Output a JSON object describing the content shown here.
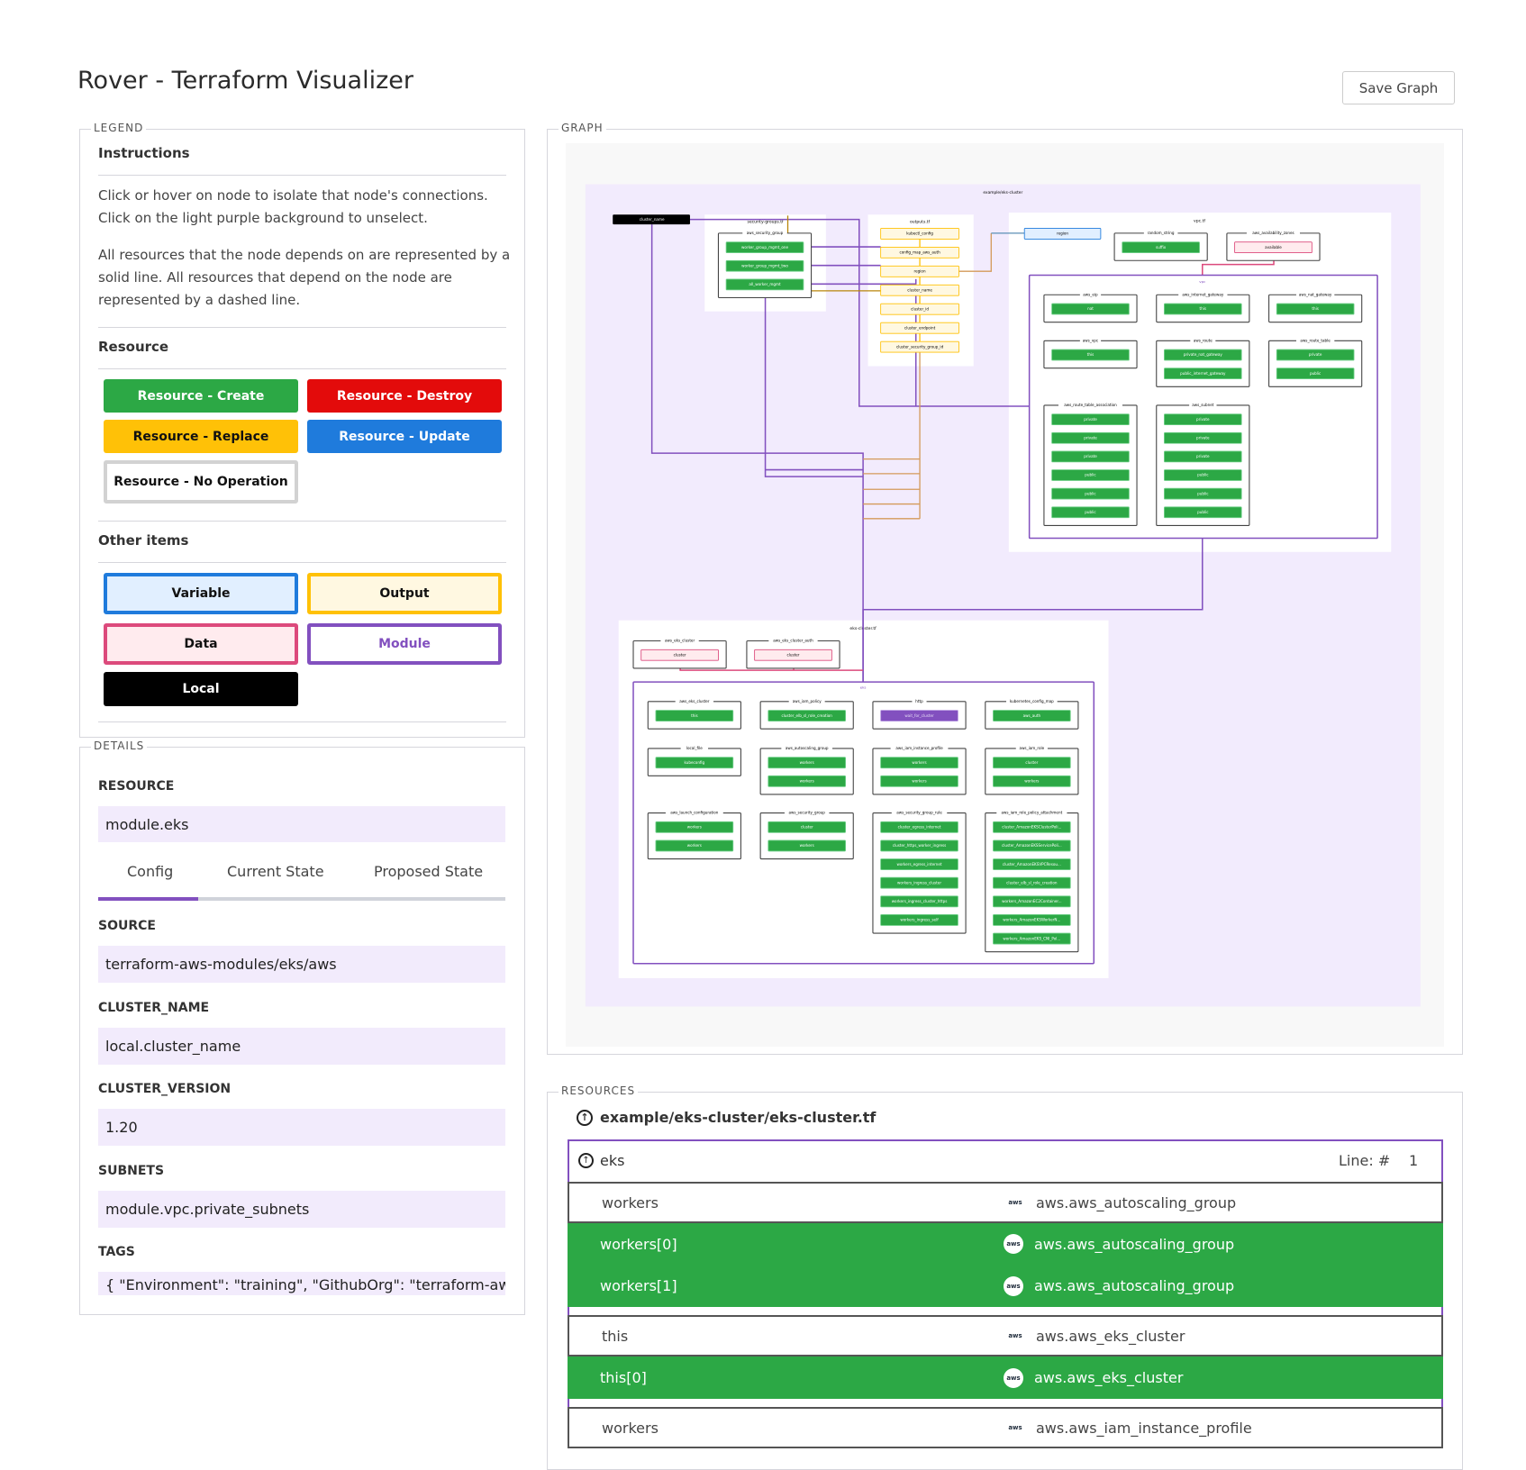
{
  "app": {
    "title": "Rover - Terraform Visualizer",
    "save_label": "Save Graph"
  },
  "colors": {
    "create": "#2ca845",
    "destroy": "#e30b0b",
    "replace": "#ffc107",
    "update": "#1f7bdc",
    "module": "#8250bf",
    "data": "#dc4a7c",
    "variable": "#1f7bdc",
    "output": "#ffc107",
    "local": "#000000",
    "select_bg": "#f2ebfc"
  },
  "legend": {
    "label": "LEGEND",
    "instructions_heading": "Instructions",
    "instructions_1": "Click or hover on node to isolate that node's connections. Click on the light purple background to unselect.",
    "instructions_2": "All resources that the node depends on are represented by a solid line. All resources that depend on the node are represented by a dashed line.",
    "resource_heading": "Resource",
    "resource_items": [
      "Resource - Create",
      "Resource - Destroy",
      "Resource - Replace",
      "Resource - Update",
      "Resource - No Operation"
    ],
    "other_heading": "Other items",
    "other_items": [
      "Variable",
      "Output",
      "Data",
      "Module",
      "Local"
    ]
  },
  "details": {
    "label": "DETAILS",
    "resource_label": "RESOURCE",
    "resource_value": "module.eks",
    "tabs": [
      "Config",
      "Current State",
      "Proposed State"
    ],
    "active_tab": "Config",
    "fields": [
      {
        "label": "SOURCE",
        "value": "terraform-aws-modules/eks/aws"
      },
      {
        "label": "CLUSTER_NAME",
        "value": "local.cluster_name"
      },
      {
        "label": "CLUSTER_VERSION",
        "value": "1.20"
      },
      {
        "label": "SUBNETS",
        "value": "module.vpc.private_subnets"
      },
      {
        "label": "TAGS",
        "value": "{ \"Environment\": \"training\", \"GithubOrg\": \"terraform-aws-"
      }
    ]
  },
  "graph": {
    "label": "GRAPH",
    "root": "example/eks-cluster",
    "local": "cluster_name",
    "security_groups": {
      "file": "security-groups.tf",
      "groups": [
        {
          "type": "aws_security_group",
          "kind": "create",
          "nodes": [
            "worker_group_mgmt_one",
            "worker_group_mgmt_two",
            "all_worker_mgmt"
          ]
        }
      ]
    },
    "outputs": {
      "file": "outputs.tf",
      "nodes": [
        "kubectl_config",
        "config_map_aws_auth",
        "region",
        "cluster_name",
        "cluster_id",
        "cluster_endpoint",
        "cluster_security_group_id"
      ]
    },
    "vpc_file": {
      "file": "vpc.tf",
      "variable": "region",
      "groups": [
        {
          "type": "random_string",
          "kind": "create",
          "nodes": [
            "suffix"
          ]
        },
        {
          "type": "aws_availability_zones",
          "kind": "data",
          "nodes": [
            "available"
          ]
        }
      ],
      "module": {
        "name": "vpc",
        "groups": [
          {
            "type": "aws_eip",
            "kind": "create",
            "nodes": [
              "nat"
            ]
          },
          {
            "type": "aws_internet_gateway",
            "kind": "create",
            "nodes": [
              "this"
            ]
          },
          {
            "type": "aws_nat_gateway",
            "kind": "create",
            "nodes": [
              "this"
            ]
          },
          {
            "type": "aws_vpc",
            "kind": "create",
            "nodes": [
              "this"
            ]
          },
          {
            "type": "aws_route",
            "kind": "create",
            "nodes": [
              "private_nat_gateway",
              "public_internet_gateway"
            ]
          },
          {
            "type": "aws_route_table",
            "kind": "create",
            "nodes": [
              "private",
              "public"
            ]
          },
          {
            "type": "aws_route_table_association",
            "kind": "create",
            "nodes": [
              "private",
              "private",
              "private",
              "public",
              "public",
              "public"
            ]
          },
          {
            "type": "aws_subnet",
            "kind": "create",
            "nodes": [
              "private",
              "private",
              "private",
              "public",
              "public",
              "public"
            ]
          }
        ]
      }
    },
    "eks_file": {
      "file": "eks-cluster.tf",
      "groups": [
        {
          "type": "aws_eks_cluster",
          "kind": "data",
          "nodes": [
            "cluster"
          ]
        },
        {
          "type": "aws_eks_cluster_auth",
          "kind": "data",
          "nodes": [
            "cluster"
          ]
        }
      ],
      "module": {
        "name": "eks",
        "groups": [
          {
            "type": "aws_eks_cluster",
            "kind": "create",
            "nodes": [
              "this"
            ]
          },
          {
            "type": "aws_iam_policy",
            "kind": "create",
            "nodes": [
              "cluster_elb_sl_role_creation"
            ]
          },
          {
            "type": "http",
            "kind": "module",
            "nodes": [
              "wait_for_cluster"
            ]
          },
          {
            "type": "kubernetes_config_map",
            "kind": "create",
            "nodes": [
              "aws_auth"
            ]
          },
          {
            "type": "local_file",
            "kind": "create",
            "nodes": [
              "kubeconfig"
            ]
          },
          {
            "type": "aws_autoscaling_group",
            "kind": "create",
            "nodes": [
              "workers",
              "workers"
            ]
          },
          {
            "type": "aws_iam_instance_profile",
            "kind": "create",
            "nodes": [
              "workers",
              "workers"
            ]
          },
          {
            "type": "aws_iam_role",
            "kind": "create",
            "nodes": [
              "cluster",
              "workers"
            ]
          },
          {
            "type": "aws_launch_configuration",
            "kind": "create",
            "nodes": [
              "workers",
              "workers"
            ]
          },
          {
            "type": "aws_security_group",
            "kind": "create",
            "nodes": [
              "cluster",
              "workers"
            ]
          },
          {
            "type": "aws_security_group_rule",
            "kind": "create",
            "nodes": [
              "cluster_egress_internet",
              "cluster_https_worker_ingress",
              "workers_egress_internet",
              "workers_ingress_cluster",
              "workers_ingress_cluster_https",
              "workers_ingress_self"
            ]
          },
          {
            "type": "aws_iam_role_policy_attachment",
            "kind": "create",
            "nodes": [
              "cluster_AmazonEKSClusterPoli...",
              "cluster_AmazonEKSServicePoli...",
              "cluster_AmazonEKSVPCResou...",
              "cluster_elb_sl_role_creation",
              "workers_AmazonEC2Container...",
              "workers_AmazonEKSWorkerN...",
              "workers_AmazonEKS_CNI_Pol..."
            ]
          }
        ]
      }
    }
  },
  "resources": {
    "label": "RESOURCES",
    "file": "example/eks-cluster/eks-cluster.tf",
    "module": {
      "name": "eks",
      "line_label": "Line: #",
      "line": "1"
    },
    "icon": "aws-logo-icon",
    "rows": [
      {
        "name": "workers",
        "type": "aws.aws_autoscaling_group",
        "style": "white"
      },
      {
        "name": "workers[0]",
        "type": "aws.aws_autoscaling_group",
        "style": "green"
      },
      {
        "name": "workers[1]",
        "type": "aws.aws_autoscaling_group",
        "style": "green"
      },
      {
        "name": "this",
        "type": "aws.aws_eks_cluster",
        "style": "white"
      },
      {
        "name": "this[0]",
        "type": "aws.aws_eks_cluster",
        "style": "green"
      },
      {
        "name": "workers",
        "type": "aws.aws_iam_instance_profile",
        "style": "white"
      }
    ]
  }
}
